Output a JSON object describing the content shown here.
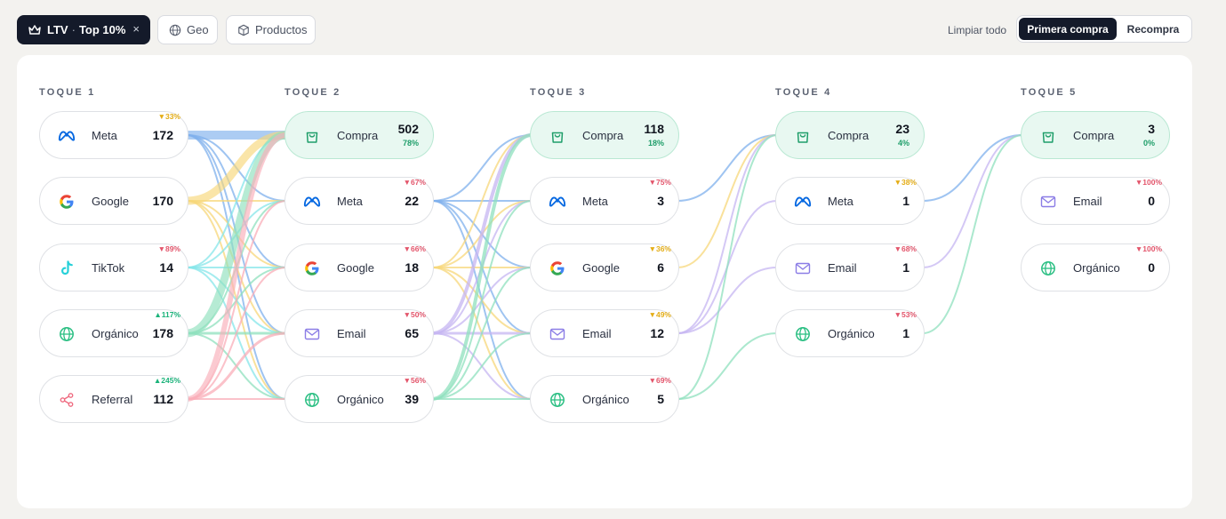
{
  "toolbar": {
    "ltv_label": "LTV",
    "ltv_top": "Top 10%",
    "ltv_sep": "·",
    "close_glyph": "×",
    "geo_label": "Geo",
    "products_label": "Productos",
    "clear_label": "Limpiar todo",
    "first_purchase_label": "Primera compra",
    "repurchase_label": "Recompra"
  },
  "colors": {
    "meta": "#7fb0ec",
    "google": "#f7d77a",
    "tiktok": "#86e5ea",
    "organico": "#8fe0bd",
    "referral": "#f9aeb8",
    "email": "#c5b6f2",
    "purchase_bg": "#e8f8f1"
  },
  "columns": [
    {
      "title": "TOQUE 1",
      "nodes": [
        {
          "icon": "meta-icon",
          "channel": "meta",
          "label": "Meta",
          "value": "172",
          "badge": "▼33%",
          "badge_type": "warn"
        },
        {
          "icon": "google-icon",
          "channel": "google",
          "label": "Google",
          "value": "170"
        },
        {
          "icon": "tiktok-icon",
          "channel": "tiktok",
          "label": "TikTok",
          "value": "14",
          "badge": "▼89%",
          "badge_type": "down"
        },
        {
          "icon": "globe-icon",
          "channel": "organico",
          "label": "Orgánico",
          "value": "178",
          "badge": "▲117%",
          "badge_type": "up"
        },
        {
          "icon": "share-icon",
          "channel": "referral",
          "label": "Referral",
          "value": "112",
          "badge": "▲245%",
          "badge_type": "up"
        }
      ]
    },
    {
      "title": "TOQUE 2",
      "nodes": [
        {
          "icon": "shopping-bag-icon",
          "channel": "purchase",
          "label": "Compra",
          "value": "502",
          "sub": "78%"
        },
        {
          "icon": "meta-icon",
          "channel": "meta",
          "label": "Meta",
          "value": "22",
          "badge": "▼67%",
          "badge_type": "down"
        },
        {
          "icon": "google-icon",
          "channel": "google",
          "label": "Google",
          "value": "18",
          "badge": "▼66%",
          "badge_type": "down"
        },
        {
          "icon": "email-icon",
          "channel": "email",
          "label": "Email",
          "value": "65",
          "badge": "▼50%",
          "badge_type": "down"
        },
        {
          "icon": "globe-icon",
          "channel": "organico",
          "label": "Orgánico",
          "value": "39",
          "badge": "▼56%",
          "badge_type": "down"
        }
      ]
    },
    {
      "title": "TOQUE 3",
      "nodes": [
        {
          "icon": "shopping-bag-icon",
          "channel": "purchase",
          "label": "Compra",
          "value": "118",
          "sub": "18%"
        },
        {
          "icon": "meta-icon",
          "channel": "meta",
          "label": "Meta",
          "value": "3",
          "badge": "▼75%",
          "badge_type": "down"
        },
        {
          "icon": "google-icon",
          "channel": "google",
          "label": "Google",
          "value": "6",
          "badge": "▼36%",
          "badge_type": "warn"
        },
        {
          "icon": "email-icon",
          "channel": "email",
          "label": "Email",
          "value": "12",
          "badge": "▼49%",
          "badge_type": "warn"
        },
        {
          "icon": "globe-icon",
          "channel": "organico",
          "label": "Orgánico",
          "value": "5",
          "badge": "▼69%",
          "badge_type": "down"
        }
      ]
    },
    {
      "title": "TOQUE 4",
      "nodes": [
        {
          "icon": "shopping-bag-icon",
          "channel": "purchase",
          "label": "Compra",
          "value": "23",
          "sub": "4%"
        },
        {
          "icon": "meta-icon",
          "channel": "meta",
          "label": "Meta",
          "value": "1",
          "badge": "▼38%",
          "badge_type": "warn"
        },
        {
          "icon": "email-icon",
          "channel": "email",
          "label": "Email",
          "value": "1",
          "badge": "▼68%",
          "badge_type": "down"
        },
        {
          "icon": "globe-icon",
          "channel": "organico",
          "label": "Orgánico",
          "value": "1",
          "badge": "▼53%",
          "badge_type": "down"
        }
      ]
    },
    {
      "title": "TOQUE 5",
      "nodes": [
        {
          "icon": "shopping-bag-icon",
          "channel": "purchase",
          "label": "Compra",
          "value": "3",
          "sub": "0%"
        },
        {
          "icon": "email-icon",
          "channel": "email",
          "label": "Email",
          "value": "0",
          "badge": "▼100%",
          "badge_type": "down"
        },
        {
          "icon": "globe-icon",
          "channel": "organico",
          "label": "Orgánico",
          "value": "0",
          "badge": "▼100%",
          "badge_type": "down"
        }
      ]
    }
  ],
  "flows": [
    [
      {
        "from": 0,
        "to": 0,
        "w": 10
      },
      {
        "from": 0,
        "to": 1,
        "w": 2
      },
      {
        "from": 0,
        "to": 2,
        "w": 2
      },
      {
        "from": 0,
        "to": 3,
        "w": 2
      },
      {
        "from": 0,
        "to": 4,
        "w": 2
      },
      {
        "from": 1,
        "to": 0,
        "w": 9
      },
      {
        "from": 1,
        "to": 1,
        "w": 2
      },
      {
        "from": 1,
        "to": 2,
        "w": 2
      },
      {
        "from": 1,
        "to": 3,
        "w": 2
      },
      {
        "from": 1,
        "to": 4,
        "w": 2
      },
      {
        "from": 2,
        "to": 0,
        "w": 2
      },
      {
        "from": 2,
        "to": 1,
        "w": 2
      },
      {
        "from": 2,
        "to": 2,
        "w": 2
      },
      {
        "from": 2,
        "to": 3,
        "w": 2
      },
      {
        "from": 2,
        "to": 4,
        "w": 2
      },
      {
        "from": 3,
        "to": 0,
        "w": 9
      },
      {
        "from": 3,
        "to": 1,
        "w": 2
      },
      {
        "from": 3,
        "to": 2,
        "w": 2
      },
      {
        "from": 3,
        "to": 3,
        "w": 3
      },
      {
        "from": 3,
        "to": 4,
        "w": 2
      },
      {
        "from": 4,
        "to": 0,
        "w": 6
      },
      {
        "from": 4,
        "to": 1,
        "w": 2
      },
      {
        "from": 4,
        "to": 2,
        "w": 2
      },
      {
        "from": 4,
        "to": 3,
        "w": 3
      },
      {
        "from": 4,
        "to": 4,
        "w": 2
      }
    ],
    [
      {
        "from": 1,
        "to": 0,
        "w": 2
      },
      {
        "from": 1,
        "to": 1,
        "w": 2
      },
      {
        "from": 1,
        "to": 2,
        "w": 2
      },
      {
        "from": 1,
        "to": 3,
        "w": 2
      },
      {
        "from": 1,
        "to": 4,
        "w": 2
      },
      {
        "from": 2,
        "to": 0,
        "w": 2
      },
      {
        "from": 2,
        "to": 1,
        "w": 2
      },
      {
        "from": 2,
        "to": 2,
        "w": 2
      },
      {
        "from": 2,
        "to": 3,
        "w": 2
      },
      {
        "from": 2,
        "to": 4,
        "w": 2
      },
      {
        "from": 3,
        "to": 0,
        "w": 4
      },
      {
        "from": 3,
        "to": 1,
        "w": 2
      },
      {
        "from": 3,
        "to": 2,
        "w": 2
      },
      {
        "from": 3,
        "to": 3,
        "w": 3
      },
      {
        "from": 3,
        "to": 4,
        "w": 2
      },
      {
        "from": 4,
        "to": 0,
        "w": 4
      },
      {
        "from": 4,
        "to": 1,
        "w": 2
      },
      {
        "from": 4,
        "to": 2,
        "w": 2
      },
      {
        "from": 4,
        "to": 3,
        "w": 2
      },
      {
        "from": 4,
        "to": 4,
        "w": 2
      }
    ],
    [
      {
        "from": 1,
        "to": 0,
        "w": 2
      },
      {
        "from": 2,
        "to": 0,
        "w": 2
      },
      {
        "from": 3,
        "to": 0,
        "w": 2
      },
      {
        "from": 3,
        "to": 1,
        "w": 2
      },
      {
        "from": 3,
        "to": 2,
        "w": 2
      },
      {
        "from": 4,
        "to": 0,
        "w": 2
      },
      {
        "from": 4,
        "to": 3,
        "w": 2
      }
    ],
    [
      {
        "from": 1,
        "to": 0,
        "w": 2
      },
      {
        "from": 2,
        "to": 0,
        "w": 2
      },
      {
        "from": 3,
        "to": 0,
        "w": 2
      }
    ]
  ]
}
